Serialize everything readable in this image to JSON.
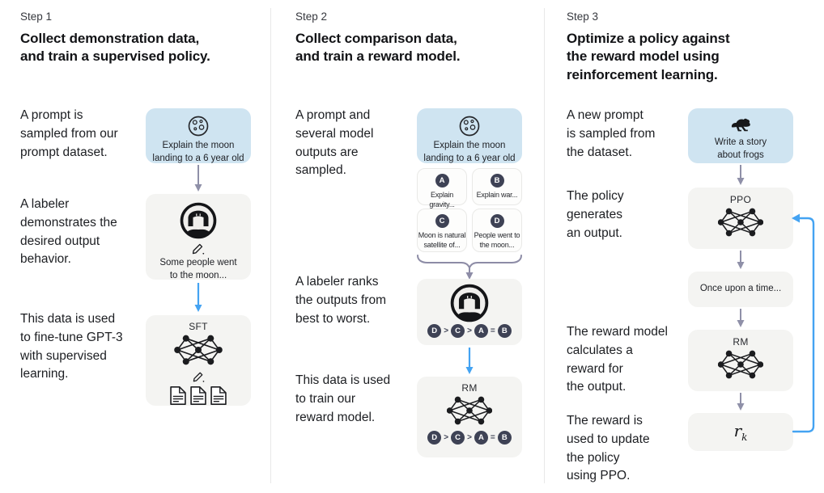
{
  "colors": {
    "prompt_box": "#cfe4f1",
    "model_box": "#f4f4f2",
    "badge": "#3e4255",
    "arrow_gray": "#8f90a8",
    "arrow_blue": "#44a3f2",
    "divider": "#e8e8e8"
  },
  "step1": {
    "label": "Step 1",
    "title": "Collect demonstration data,\nand train a supervised policy.",
    "caption_prompt": "A prompt is\nsampled from our\nprompt dataset.",
    "caption_labeler": "A labeler\ndemonstrates the\ndesired output\nbehavior.",
    "caption_finetune": "This data is used\nto fine-tune GPT-3\nwith supervised\nlearning.",
    "prompt_box_text": "Explain the moon\nlanding to a 6 year old",
    "labeler_box_text": "Some people went\nto the moon...",
    "sft_label": "SFT"
  },
  "step2": {
    "label": "Step 2",
    "title": "Collect comparison data,\nand train a reward model.",
    "caption_sampled": "A prompt and\nseveral model\noutputs are\nsampled.",
    "caption_ranks": "A labeler ranks\nthe outputs from\nbest to worst.",
    "caption_train": "This data is used\nto train our\nreward model.",
    "prompt_box_text": "Explain the moon\nlanding to a 6 year old",
    "outputs": [
      {
        "badge": "A",
        "text": "Explain gravity..."
      },
      {
        "badge": "B",
        "text": "Explain war..."
      },
      {
        "badge": "C",
        "text": "Moon is natural\nsatellite of..."
      },
      {
        "badge": "D",
        "text": "People went to\nthe moon..."
      }
    ],
    "ranking": {
      "b1": "D",
      "s1": ">",
      "b2": "C",
      "s2": ">",
      "b3": "A",
      "s3": "=",
      "b4": "B"
    },
    "rm_label": "RM"
  },
  "step3": {
    "label": "Step 3",
    "title": "Optimize a policy against\nthe reward model using\nreinforcement learning.",
    "caption_prompt": "A new prompt\nis sampled from\nthe dataset.",
    "caption_policy": "The policy\ngenerates\nan output.",
    "caption_reward": "The reward model\ncalculates a\nreward for\nthe output.",
    "caption_update": "The reward is\nused to update\nthe policy\nusing PPO.",
    "prompt_box_text": "Write a story\nabout frogs",
    "ppo_label": "PPO",
    "output_box_text": "Once upon a time...",
    "rm_label": "RM",
    "reward_label": "r",
    "reward_sub": "k"
  },
  "icons": {
    "moon": "moon-icon",
    "labeler": "labeler-avatar-icon",
    "pencil": "pencil-icon",
    "network": "neural-network-icon",
    "document": "document-icon",
    "frog": "frog-icon",
    "arrow_down": "arrow-down-icon",
    "brace": "curly-brace-icon",
    "feedback": "feedback-loop-arrow"
  }
}
